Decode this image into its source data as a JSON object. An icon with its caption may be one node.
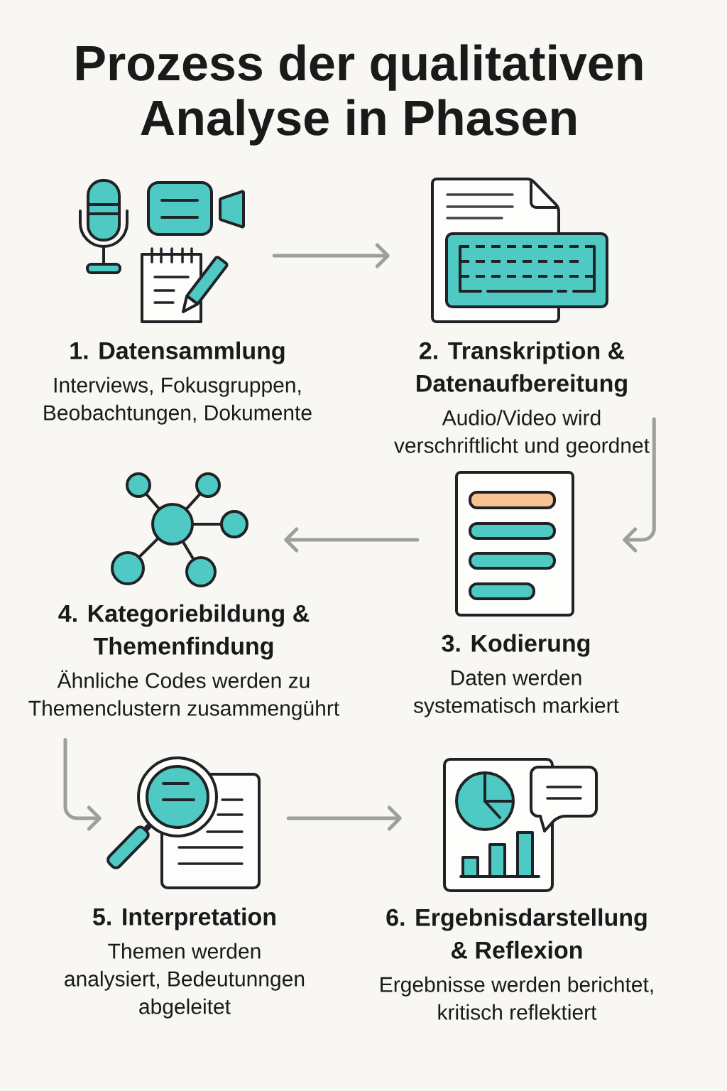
{
  "diagram": {
    "title": "Prozess der qualitativen Analyse in Phasen",
    "nodes": [
      {
        "text": [],
        "shape": "picture"
      },
      {
        "text": [
          "1. Datensammlung",
          "Interviews, Fokusgruppen, Beobachtungen, Dokumente"
        ]
      },
      {
        "text": [],
        "shape": "picture"
      },
      {
        "text": [
          "2. Transkription & Datenaufbereitung",
          "Audio/Video wird verschriftlicht und geordnet"
        ]
      },
      {
        "text": [],
        "shape": "picture"
      },
      {
        "text": [
          "3. Kodierung",
          "Daten werden systematisch markiert"
        ]
      },
      {
        "text": [],
        "shape": "picture"
      },
      {
        "text": [
          "4. Kategoriebildung & Themenfindung",
          "Ähnliche Codes werden zu Themenclustern zusammengührt"
        ]
      },
      {
        "text": [],
        "shape": "picture"
      },
      {
        "text": [
          "5. Interpretation",
          "Themen werden analysiert, Bedeutunngen abgeleitet"
        ]
      },
      {
        "text": [],
        "shape": "picture"
      },
      {
        "text": [
          "6. Ergebnisdarstellung & Reflexion",
          "Ergebnisse werden berichtet, kritisch reflektiert"
        ]
      }
    ],
    "edges": [
      {
        "from": 0,
        "to": 2,
        "arrow": "to"
      },
      {
        "from": 3,
        "to": 4,
        "arrow": "to"
      },
      {
        "from": 4,
        "to": 6,
        "arrow": "to"
      },
      {
        "from": 7,
        "to": 8,
        "arrow": "to"
      },
      {
        "from": 8,
        "to": 10,
        "arrow": "to"
      }
    ]
  }
}
